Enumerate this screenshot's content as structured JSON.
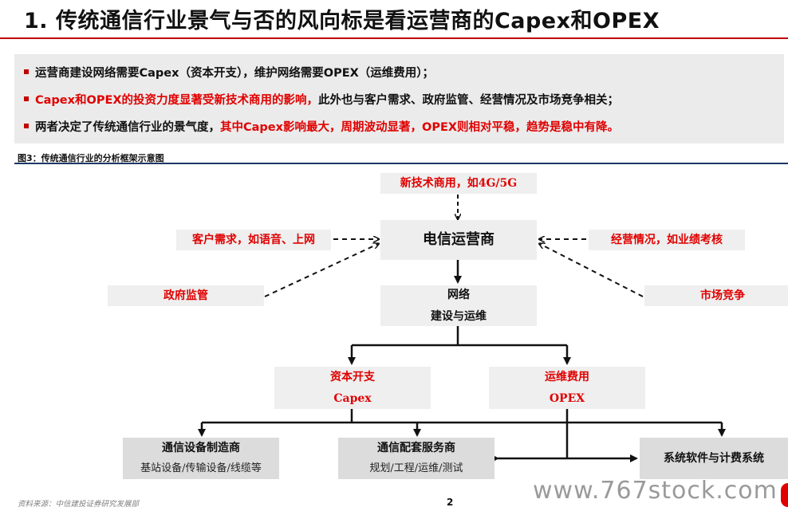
{
  "title": "1. 传统通信行业景气与否的风向标是看运营商的Capex和OPEX",
  "bullets": [
    {
      "parts": [
        "运营商建设网络需要Capex（资本开支），维护网络需要OPEX（运维费用）；"
      ]
    },
    {
      "red": "Capex和OPEX的投资力度显著受新技术商用的影响，",
      "normal": "此外也与客户需求、政府监管、经营情况及市场竞争相关；"
    },
    {
      "normal": "两者决定了传统通信行业的景气度，",
      "red": "其中Capex影响最大，周期波动显著，OPEX则相对平稳，趋势是稳中有降。"
    }
  ],
  "figure_caption": "图3：传统通信行业的分析框架示意图",
  "diagram": {
    "new_tech": "新技术商用，如4G/5G",
    "operator": "电信运营商",
    "customer": "客户需求，如语音、上网",
    "operations": "经营情况，如业绩考核",
    "government": "政府监管",
    "market": "市场竞争",
    "network_line1": "网络",
    "network_line2": "建设与运维",
    "capex_line1": "资本开支",
    "capex_line2": "Capex",
    "opex_line1": "运维费用",
    "opex_line2": "OPEX",
    "equipment_title": "通信设备制造商",
    "equipment_sub": "基站设备/传输设备/线缆等",
    "services_title": "通信配套服务商",
    "services_sub": "规划/工程/运维/测试",
    "software": "系统软件与计费系统"
  },
  "source": "资料来源：中信建投证券研究发展部",
  "page_number": "2",
  "watermark": "www.767stock.com",
  "colors": {
    "accent_red": "#e00000",
    "navy_rule": "#1f3864",
    "box_grey": "#efefef"
  }
}
